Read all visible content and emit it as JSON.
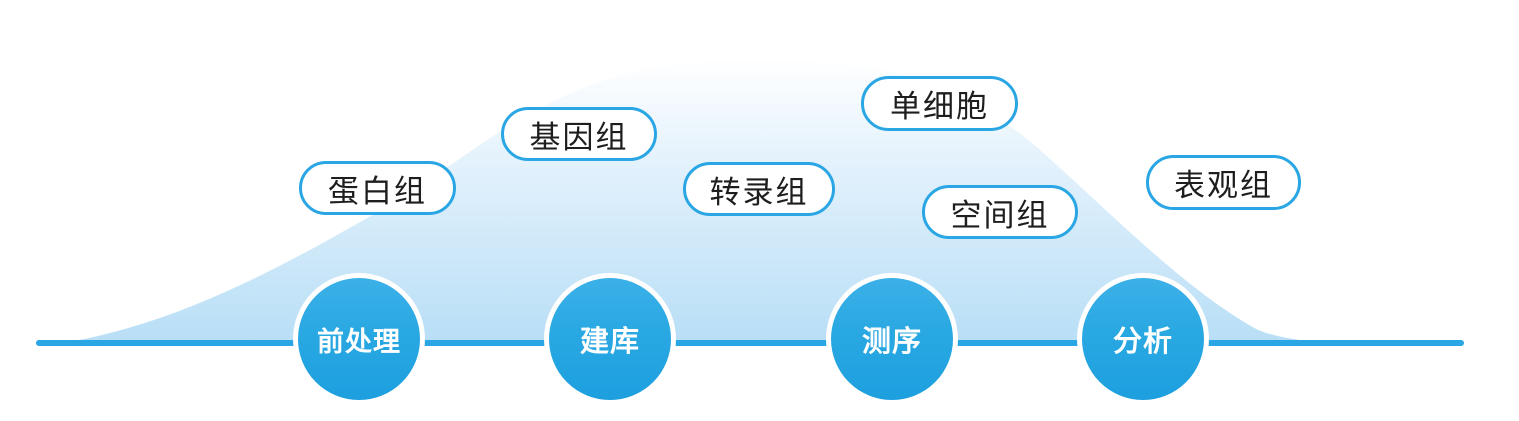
{
  "colors": {
    "accent_blue": "#29A6E3",
    "node_fill": "#29A8E2",
    "curve_gradient_top": "#FFFFFF",
    "curve_gradient_bottom": "#B7DEF6",
    "pill_background": "#FFFFFF",
    "pill_text": "#1E1E1E",
    "node_text": "#FFFFFF"
  },
  "tags": [
    {
      "label": "蛋白组"
    },
    {
      "label": "基因组"
    },
    {
      "label": "转录组"
    },
    {
      "label": "单细胞"
    },
    {
      "label": "空间组"
    },
    {
      "label": "表观组"
    }
  ],
  "timeline": {
    "stages": [
      {
        "label": "前处理"
      },
      {
        "label": "建库"
      },
      {
        "label": "测序"
      },
      {
        "label": "分析"
      }
    ]
  }
}
